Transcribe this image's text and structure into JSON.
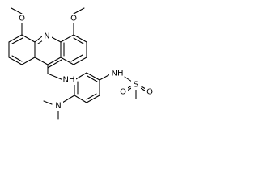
{
  "molecule": {
    "atoms": {
      "o_top": "O",
      "o_left": "O",
      "n_ring": "N",
      "nh_bridge": "NH",
      "nh_right": "NH",
      "s": "S",
      "o_s_left": "O",
      "o_s_right": "O",
      "n_dimethyl": "N"
    }
  },
  "colors": {
    "ink": "#000000",
    "background": "#ffffff"
  }
}
